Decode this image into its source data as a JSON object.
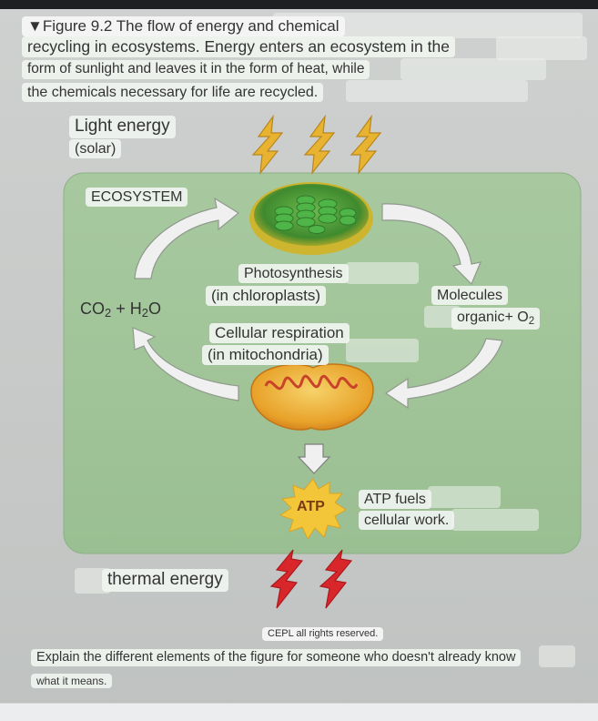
{
  "caption": {
    "line1": "▼Figure 9.2 The flow of energy and chemical",
    "line2": "recycling in ecosystems. Energy enters an ecosystem in the",
    "line3": "form of sunlight and leaves it in the form of heat, while",
    "line4": "the chemicals necessary for life are recycled."
  },
  "diagram": {
    "light_energy": "Light energy",
    "light_energy_sub": "(solar)",
    "ecosystem_label": "ECOSYSTEM",
    "photosynthesis": "Photosynthesis",
    "photosynthesis_sub": "(in chloroplasts)",
    "co2_main": "CO",
    "co2_sub": "2",
    "plus_h": " + H",
    "h2o_sub": "2",
    "h2o_tail": "O",
    "molecules": "Molecules",
    "organic_main": "organic+ O",
    "organic_sub": "2",
    "respiration": "Cellular respiration",
    "respiration_sub": "(in mitochondria)",
    "atp": "ATP",
    "atp_fuels": "ATP fuels",
    "atp_fuels_sub": "cellular work.",
    "thermal_energy": "thermal energy"
  },
  "copyright": "CEPL all rights reserved.",
  "question": {
    "line1": "Explain the different elements of the figure for someone who doesn't already know",
    "line2": "what it means."
  },
  "colors": {
    "ecosystem_fill": "#9fc59a",
    "sunlight_arrow": "#e8b331",
    "heat_arrow": "#d8262a",
    "chloroplast": "#4f9a3a",
    "mitochondrion": "#e8a92a",
    "atp_star": "#f3c63a",
    "cycle_arrow": "#f2f2f2"
  }
}
